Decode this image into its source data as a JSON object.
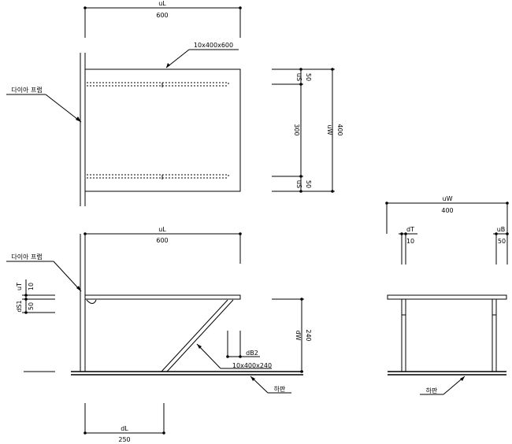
{
  "top_view": {
    "dim_length_label": "uL",
    "dim_length_value": "600",
    "plate_callout": "10x400x600",
    "flange_callout": "다이아 프랩",
    "dim_uS_top_label": "uS",
    "dim_uS_top_value": "50",
    "dim_middle_value": "300",
    "dim_uS_bottom_label": "uS",
    "dim_uS_bottom_value": "50",
    "dim_width_label": "uW",
    "dim_width_value": "400"
  },
  "side_view": {
    "dim_length_label": "uL",
    "dim_length_value": "600",
    "flange_callout": "다이아 프랩",
    "dim_uT_label": "uT",
    "dim_uT_value": "10",
    "dim_dS1_label": "dS1",
    "dim_dS1_value": "50",
    "dim_height_label": "dW",
    "dim_height_value": "240",
    "dim_dB2_label": "dB2",
    "brace_callout": "10x400x240",
    "base_callout": "하판",
    "dim_dL_label": "dL",
    "dim_dL_value": "250"
  },
  "front_view": {
    "dim_width_label": "uW",
    "dim_width_value": "400",
    "dim_dT_label": "dT",
    "dim_dT_value": "10",
    "dim_uB_label": "uB",
    "dim_uB_value": "50",
    "base_callout": "하판"
  }
}
